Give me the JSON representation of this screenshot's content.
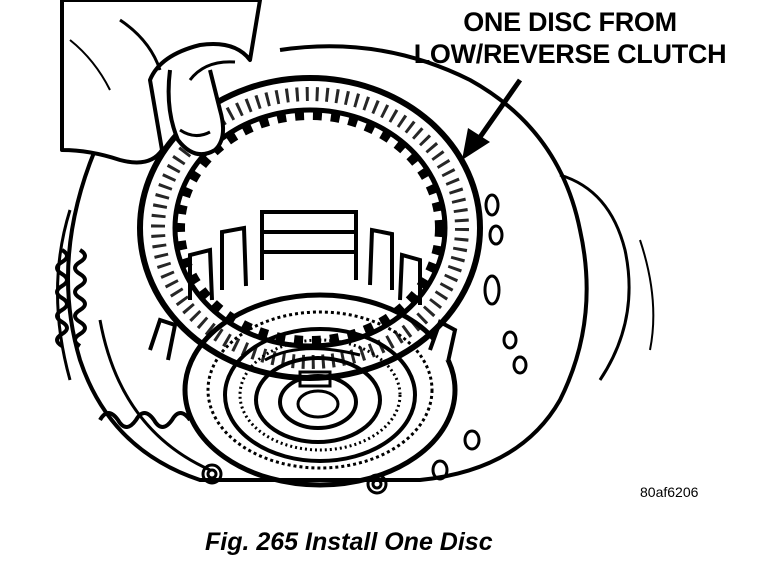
{
  "callout": {
    "line1": "ONE DISC FROM",
    "line2": "LOW/REVERSE CLUTCH"
  },
  "figure_code": "80af6206",
  "caption": "Fig. 265 Install One Disc",
  "colors": {
    "ink": "#000000",
    "paper": "#ffffff"
  }
}
